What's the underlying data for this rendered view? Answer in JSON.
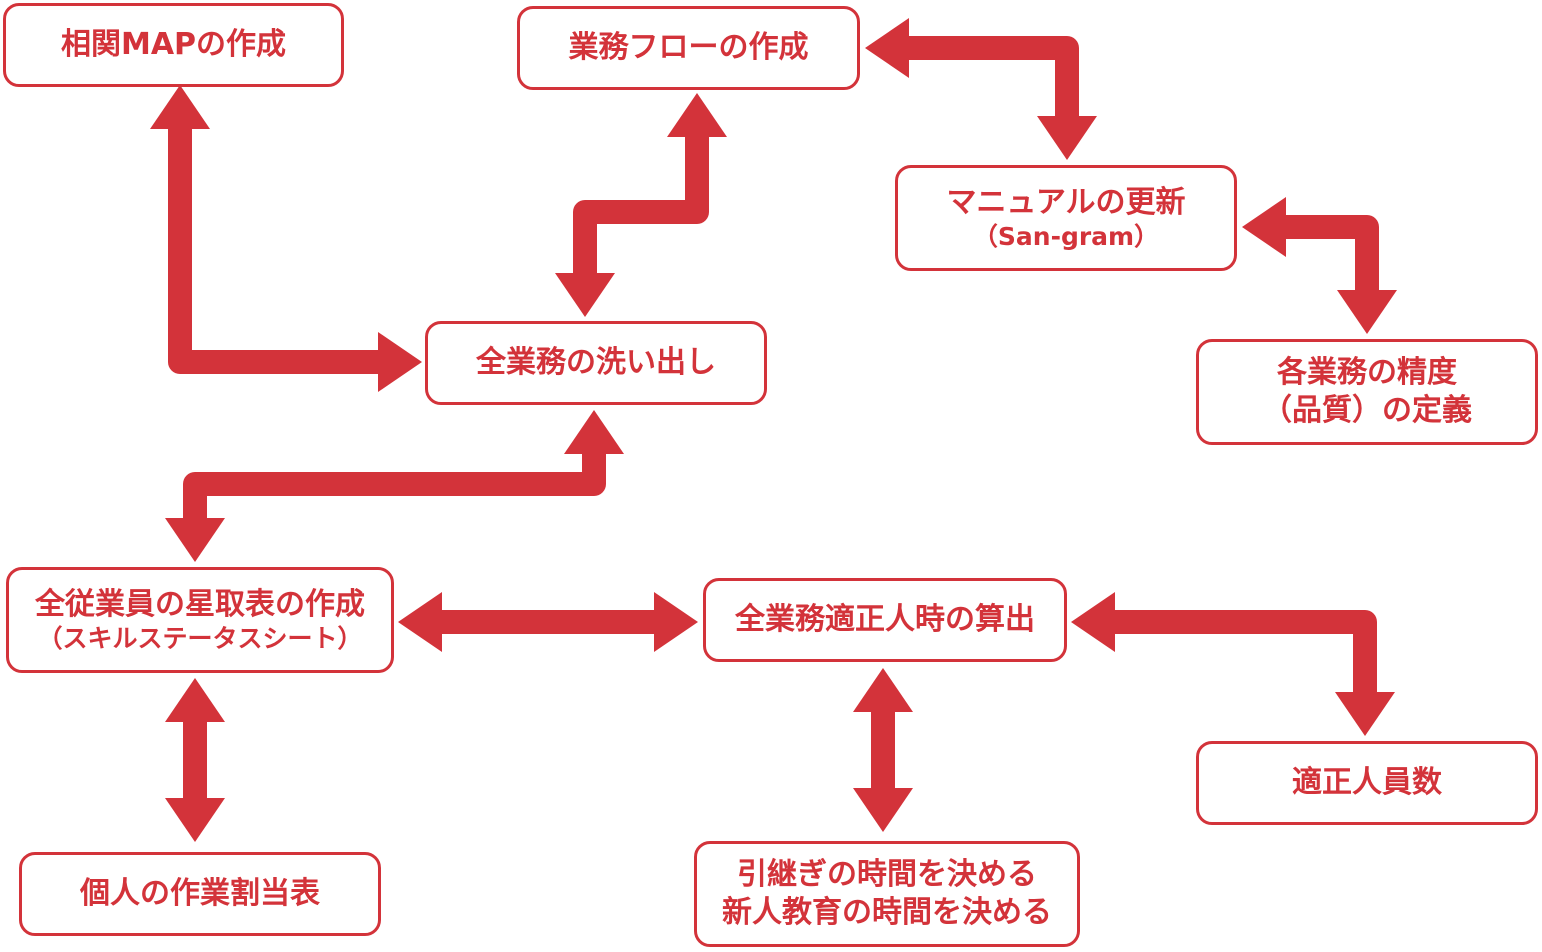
{
  "colors": {
    "accent": "#d3333a",
    "background": "#ffffff"
  },
  "nodes": {
    "correlation_map": {
      "line1": "相関MAPの作成"
    },
    "business_flow": {
      "line1": "業務フローの作成"
    },
    "manual_update": {
      "line1": "マニュアルの更新",
      "line2": "（San-gram）"
    },
    "all_tasks": {
      "line1": "全業務の洗い出し"
    },
    "quality_definition": {
      "line1": "各業務の精度",
      "line2": "（品質）の定義"
    },
    "skill_sheet": {
      "line1": "全従業員の星取表の作成",
      "line2": "（スキルステータスシート）"
    },
    "proper_hours": {
      "line1": "全業務適正人時の算出"
    },
    "proper_headcount": {
      "line1": "適正人員数"
    },
    "work_assignment": {
      "line1": "個人の作業割当表"
    },
    "handover_training": {
      "line1": "引継ぎの時間を決める",
      "line2": "新人教育の時間を決める"
    }
  },
  "connectors": [
    {
      "from": "correlation_map",
      "to": "all_tasks",
      "bidirectional": true
    },
    {
      "from": "business_flow",
      "to": "all_tasks",
      "bidirectional": true
    },
    {
      "from": "business_flow",
      "to": "manual_update",
      "bidirectional": true
    },
    {
      "from": "manual_update",
      "to": "quality_definition",
      "bidirectional": true
    },
    {
      "from": "all_tasks",
      "to": "skill_sheet",
      "bidirectional": true
    },
    {
      "from": "skill_sheet",
      "to": "proper_hours",
      "bidirectional": true
    },
    {
      "from": "skill_sheet",
      "to": "work_assignment",
      "bidirectional": true
    },
    {
      "from": "proper_hours",
      "to": "proper_headcount",
      "bidirectional": true
    },
    {
      "from": "proper_hours",
      "to": "handover_training",
      "bidirectional": true
    }
  ]
}
